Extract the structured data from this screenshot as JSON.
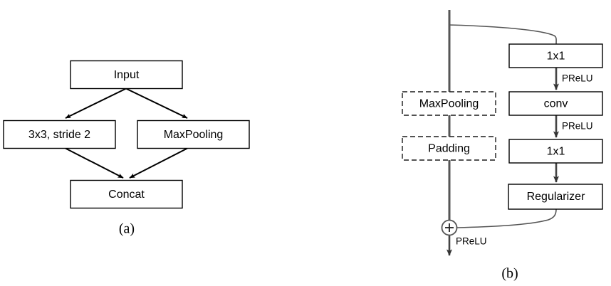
{
  "figure": {
    "subfigures": [
      {
        "id": "a",
        "caption": "(a)",
        "nodes": [
          {
            "key": "input",
            "label": "Input",
            "style": "solid"
          },
          {
            "key": "conv33",
            "label": "3x3, stride 2",
            "style": "solid"
          },
          {
            "key": "maxpooling",
            "label": "MaxPooling",
            "style": "solid"
          },
          {
            "key": "concat",
            "label": "Concat",
            "style": "solid"
          }
        ],
        "edges": [
          {
            "from": "input",
            "to": "conv33",
            "label": ""
          },
          {
            "from": "input",
            "to": "maxpooling",
            "label": ""
          },
          {
            "from": "conv33",
            "to": "concat",
            "label": ""
          },
          {
            "from": "maxpooling",
            "to": "concat",
            "label": ""
          }
        ]
      },
      {
        "id": "b",
        "caption": "(b)",
        "nodes": [
          {
            "key": "maxpooling",
            "label": "MaxPooling",
            "style": "dashed"
          },
          {
            "key": "padding",
            "label": "Padding",
            "style": "dashed"
          },
          {
            "key": "conv1x1_top",
            "label": "1x1",
            "style": "solid"
          },
          {
            "key": "conv",
            "label": "conv",
            "style": "solid"
          },
          {
            "key": "conv1x1_bot",
            "label": "1x1",
            "style": "solid"
          },
          {
            "key": "regularizer",
            "label": "Regularizer",
            "style": "solid"
          }
        ],
        "operators": [
          {
            "key": "add",
            "label": "+",
            "shape": "circle"
          }
        ],
        "edges": [
          {
            "from": "trunk",
            "to": "conv1x1_top",
            "label": ""
          },
          {
            "from": "conv1x1_top",
            "to": "conv",
            "label": "PReLU"
          },
          {
            "from": "conv",
            "to": "conv1x1_bot",
            "label": "PReLU"
          },
          {
            "from": "conv1x1_bot",
            "to": "regularizer",
            "label": ""
          },
          {
            "from": "regularizer",
            "to": "add",
            "label": ""
          },
          {
            "from": "add",
            "to": "output",
            "label": "PReLU"
          }
        ]
      }
    ]
  },
  "colors": {
    "background": "#ffffff",
    "box_stroke": "#000000",
    "dashed_stroke": "#1a1a1a",
    "arrow": "#000000",
    "trunk": "#555555",
    "text": "#000000"
  }
}
